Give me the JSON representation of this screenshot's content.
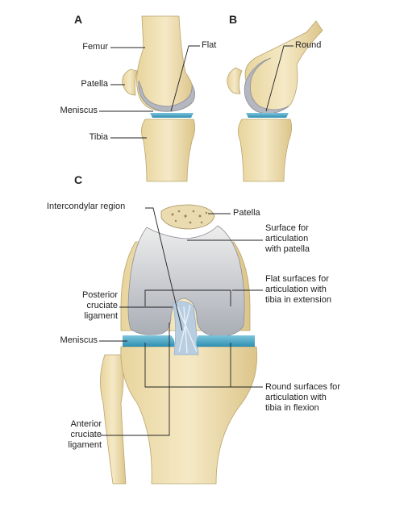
{
  "panels": {
    "a": "A",
    "b": "B",
    "c": "C"
  },
  "labels": {
    "femur": "Femur",
    "patella_a": "Patella",
    "meniscus_a": "Meniscus",
    "tibia": "Tibia",
    "flat": "Flat",
    "round": "Round",
    "intercondylar": "Intercondylar region",
    "patella_c": "Patella",
    "surface_patella_1": "Surface for",
    "surface_patella_2": "articulation",
    "surface_patella_3": "with patella",
    "flat_surfaces_1": "Flat surfaces for",
    "flat_surfaces_2": "articulation with",
    "flat_surfaces_3": "tibia in extension",
    "pcl_1": "Posterior",
    "pcl_2": "cruciate",
    "pcl_3": "ligament",
    "meniscus_c": "Meniscus",
    "round_surfaces_1": "Round surfaces for",
    "round_surfaces_2": "articulation with",
    "round_surfaces_3": "tibia in flexion",
    "acl_1": "Anterior",
    "acl_2": "cruciate",
    "acl_3": "ligament"
  },
  "colors": {
    "bone": "#f1e3b8",
    "bone_shadow": "#d8c48c",
    "cartilage": "#b9bcc4",
    "meniscus": "#4aa9c8",
    "ligament": "#b8cde0",
    "leader": "#222222"
  }
}
